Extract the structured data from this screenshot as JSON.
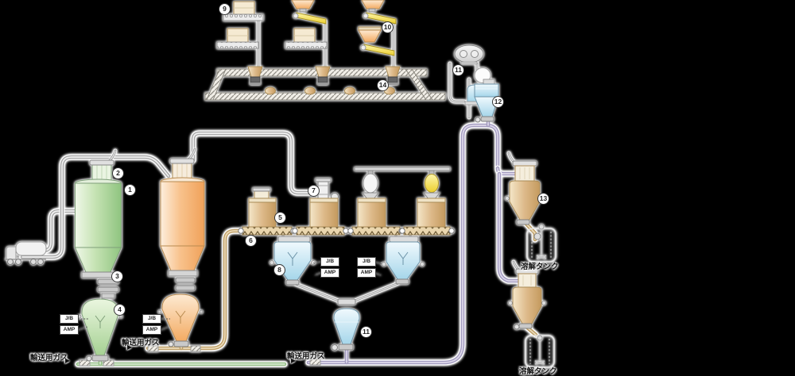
{
  "colors": {
    "background": "#000000",
    "silo_green": "#b9dfa6",
    "silo_orange": "#f7c08a",
    "hopper_tan": "#dcb989",
    "vessel_blue": "#c3e4f4",
    "chute_yellow": "#efd42f",
    "pipe_purple": "#a39bbf",
    "pipe_green": "#93bd85",
    "pipe_tan": "#bd9e66",
    "pipe_gray": "#a8a8a8"
  },
  "labels": {
    "circles": [
      {
        "text": "1"
      },
      {
        "text": "2"
      },
      {
        "text": "3"
      },
      {
        "text": "4"
      },
      {
        "text": "5"
      },
      {
        "text": "6"
      },
      {
        "text": "7"
      },
      {
        "text": "8"
      },
      {
        "text": "9"
      },
      {
        "text": "10"
      },
      {
        "text": "11"
      },
      {
        "text": "12"
      },
      {
        "text": "13"
      },
      {
        "text": "14"
      },
      {
        "text": "11"
      }
    ],
    "gas_label": "輸送用ガス",
    "tank_label": "溶解タンク",
    "jb_label": "J/B",
    "amp_label": "AMP",
    "flow_arrow": "▶"
  }
}
